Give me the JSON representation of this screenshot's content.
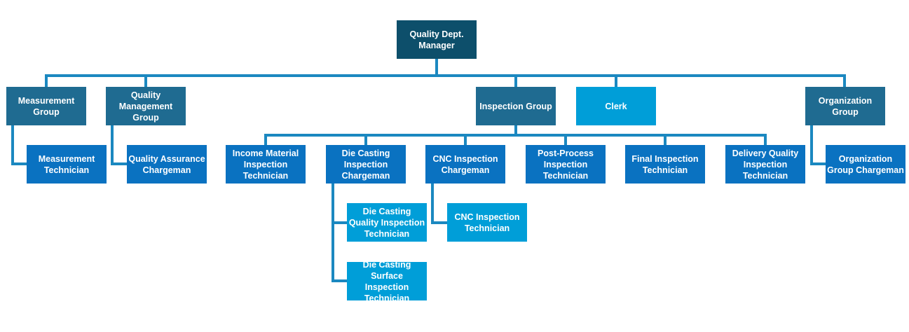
{
  "org_chart": {
    "manager": "Quality Dept.\nManager",
    "groups": {
      "measurement": "Measurement\nGroup",
      "quality_management": "Quality\nManagement\nGroup",
      "inspection": "Inspection Group",
      "clerk": "Clerk",
      "organization": "Organization\nGroup"
    },
    "roles": {
      "measurement_technician": "Measurement\nTechnician",
      "quality_assurance_chargeman": "Quality Assurance\nChargeman",
      "income_material": "Income Material\nInspection\nTechnician",
      "die_casting_chargeman": "Die Casting\nInspection\nChargeman",
      "cnc_chargeman": "CNC Inspection\nChargeman",
      "post_process": "Post-Process\nInspection\nTechnician",
      "final_inspection": "Final Inspection\nTechnician",
      "delivery_quality": "Delivery Quality\nInspection\nTechnician",
      "organization_chargeman": "Organization\nGroup Chargeman",
      "die_casting_quality": "Die Casting\nQuality Inspection\nTechnician",
      "die_casting_surface": "Die Casting\nSurface Inspection\nTechnician",
      "cnc_technician": "CNC Inspection\nTechnician"
    },
    "colors": {
      "manager": "#0d4f6b",
      "group": "#1f6b91",
      "role": "#0a72c1",
      "sub_role": "#009ed8",
      "connector": "#1b88c0"
    }
  }
}
